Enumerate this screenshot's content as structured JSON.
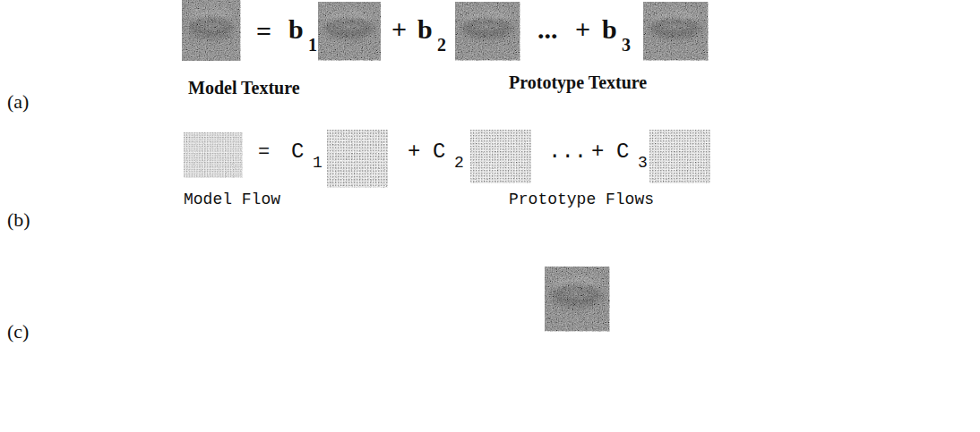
{
  "diagram": {
    "labels": [
      "(a)",
      "=",
      "b",
      "1",
      "+",
      "b",
      "2",
      "...",
      "+",
      "b",
      "3",
      "Model Texture",
      "Prototype Texture",
      "(b)",
      "=",
      "C",
      "1",
      "+",
      "C",
      "2",
      "...",
      "+",
      "C",
      "3",
      "Model Flow",
      "Prototype Flows",
      "(c)"
    ]
  }
}
